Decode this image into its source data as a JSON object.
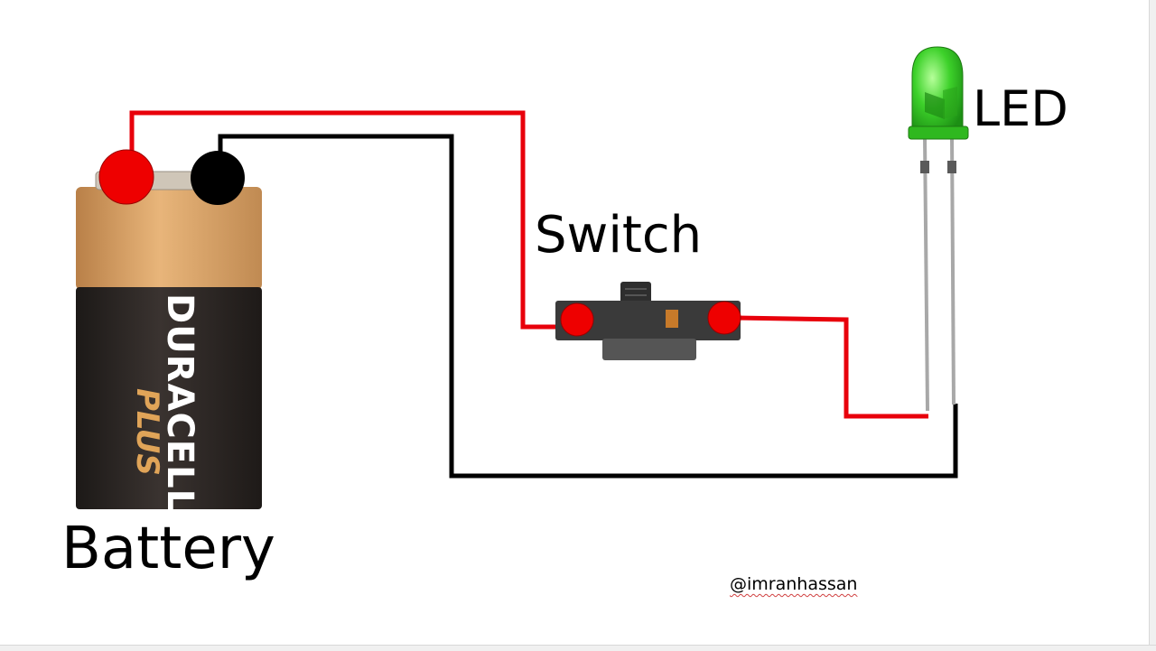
{
  "labels": {
    "battery": "Battery",
    "switch": "Switch",
    "led": "LED"
  },
  "battery_brand": {
    "name": "DURACELL",
    "subtitle": "PLUS"
  },
  "credit": "@imranhassan",
  "colors": {
    "positive_wire": "#e8000b",
    "negative_wire": "#000000",
    "battery_top": "#d9a060",
    "battery_body": "#2b2624",
    "led_lens": "#33cc22",
    "switch_body": "#3a3a3a"
  }
}
